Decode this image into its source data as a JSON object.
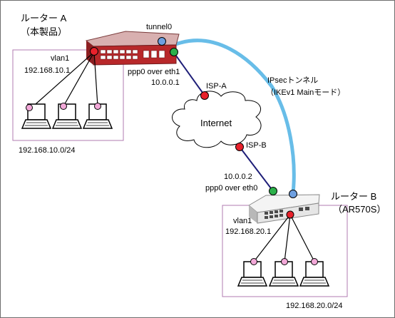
{
  "colors": {
    "lan_box": "#b07bb0",
    "tunnel": "#68bde8",
    "wan_link": "#1e1e78",
    "port_red": "#e8212b",
    "port_green": "#2bb04a",
    "port_blue": "#6e9fe0",
    "pc_port": "#f2a8d8",
    "router_a_body": "#b8282a",
    "router_b_body": "#e6e6e6"
  },
  "router_a": {
    "name": "ルーター A",
    "subtitle": "（本製品）",
    "icon": "router-icon"
  },
  "router_b": {
    "name": "ルーター B",
    "subtitle": "（AR570S）",
    "icon": "router-icon"
  },
  "lan_a": {
    "interface": "vlan1",
    "address": "192.168.10.1",
    "network": "192.168.10.0/24",
    "pcs": [
      "laptop-icon",
      "laptop-icon",
      "laptop-icon"
    ]
  },
  "lan_b": {
    "interface": "vlan1",
    "address": "192.168.20.1",
    "network": "192.168.20.0/24",
    "pcs": [
      "laptop-icon",
      "laptop-icon",
      "laptop-icon"
    ]
  },
  "wan_a": {
    "interface": "ppp0 over eth1",
    "address": "10.0.0.1",
    "isp": "ISP-A"
  },
  "wan_b": {
    "interface": "ppp0 over eth0",
    "address": "10.0.0.2",
    "isp": "ISP-B"
  },
  "tunnel": {
    "interface": "tunnel0",
    "label": "IPsecトンネル",
    "mode": "（IKEv1 Mainモード）"
  },
  "internet": {
    "label": "Internet",
    "icon": "cloud-icon"
  }
}
